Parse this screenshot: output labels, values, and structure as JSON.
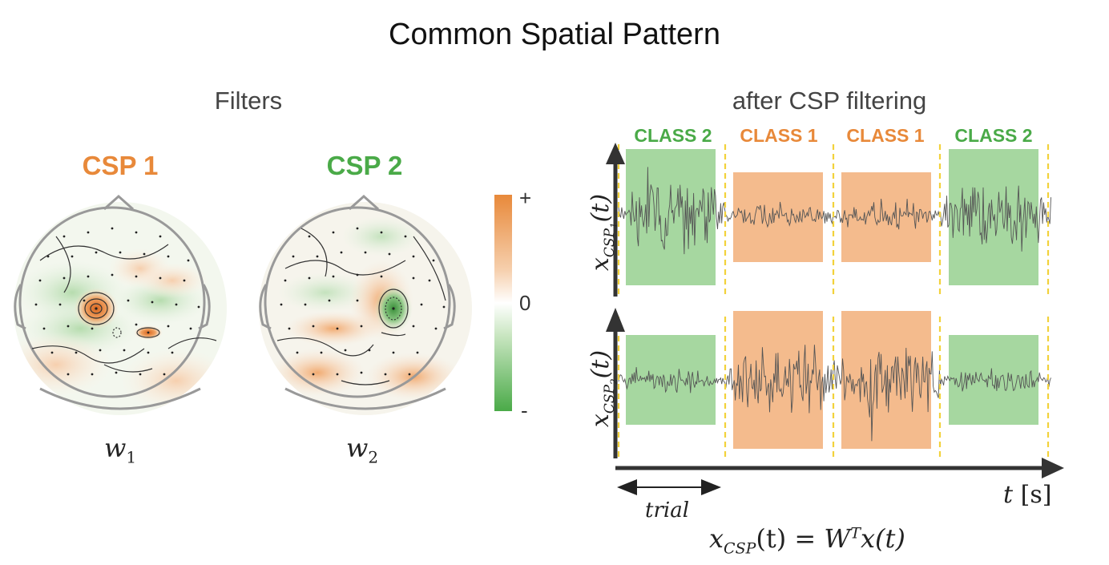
{
  "title": "Common Spatial Pattern",
  "filters": {
    "heading": "Filters",
    "items": [
      {
        "label": "CSP 1",
        "color": "#e8893a",
        "weight": "w",
        "sub": "1"
      },
      {
        "label": "CSP 2",
        "color": "#4aaa48",
        "weight": "w",
        "sub": "2"
      }
    ],
    "colorbar": {
      "top": "+",
      "mid": "0",
      "bottom": "-",
      "pos_color": "#e8893a",
      "neg_color": "#4aaa48"
    }
  },
  "after": {
    "heading": "after CSP filtering",
    "classes": [
      {
        "label": "CLASS 2",
        "color": "#4aaa48"
      },
      {
        "label": "CLASS 1",
        "color": "#e8893a"
      },
      {
        "label": "CLASS 1",
        "color": "#e8893a"
      },
      {
        "label": "CLASS 2",
        "color": "#4aaa48"
      }
    ],
    "ylabel1": {
      "main": "x",
      "sub": "CSP",
      "subsub": "1",
      "arg": "(t)"
    },
    "ylabel2": {
      "main": "x",
      "sub": "CSP",
      "subsub": "2",
      "arg": "(t)"
    },
    "xlabel": {
      "var": "t",
      "unit": "[s]"
    },
    "trial": "trial",
    "equation": {
      "lhs": "x",
      "lhs_sub": "CSP",
      "lhs_arg": "(t) = ",
      "W": "W",
      "sup": "T",
      "rhs": "x(t)"
    }
  }
}
